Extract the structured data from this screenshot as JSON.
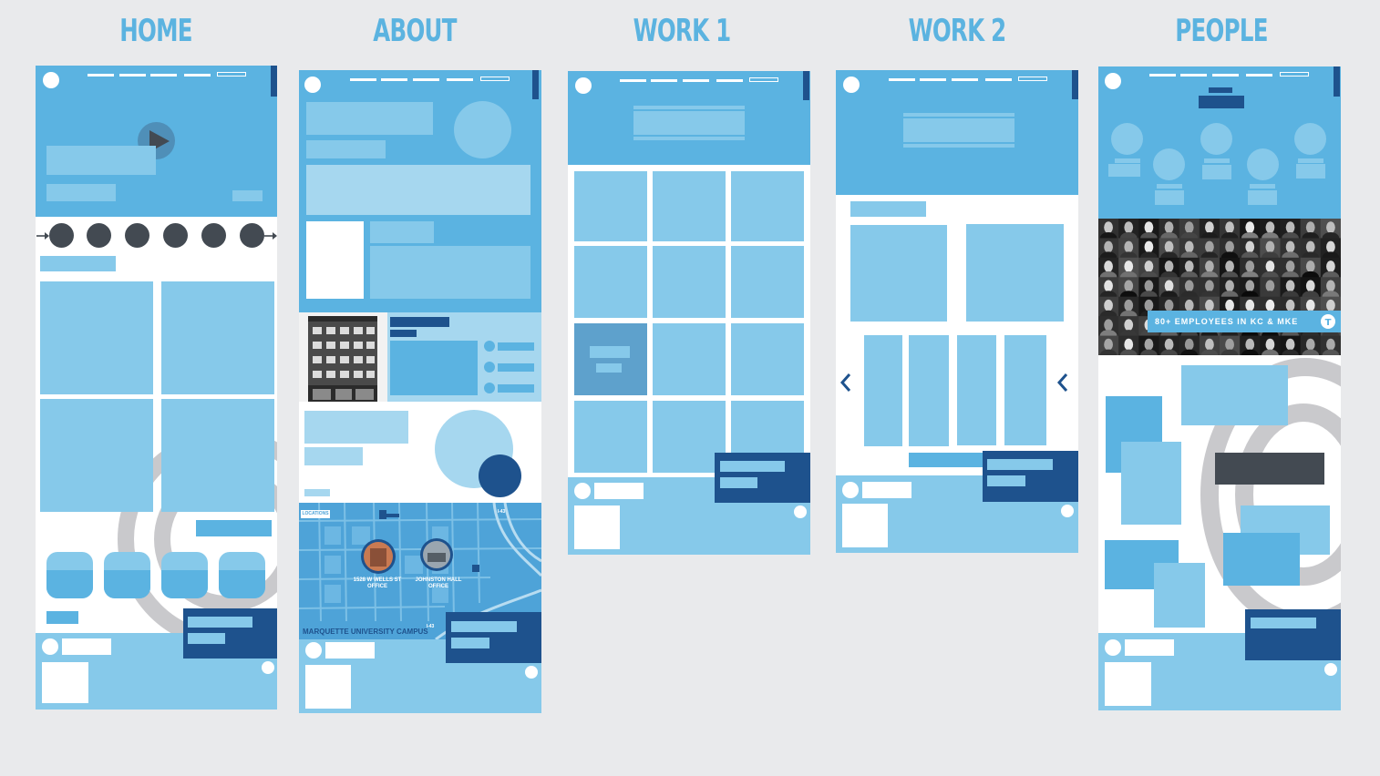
{
  "titles": {
    "home": "HOME",
    "about": "ABOUT",
    "work1": "WORK 1",
    "work2": "WORK 2",
    "people": "PEOPLE"
  },
  "about_map": {
    "locations_label": "LOCATIONS",
    "office1": "1528 W WELLS ST OFFICE",
    "office2": "JOHNSTON HALL OFFICE",
    "campus": "MARQUETTE UNIVERSITY CAMPUS",
    "highway1": "I-43",
    "highway2": "I-43"
  },
  "people_banner": {
    "text": "80+ EMPLOYEES IN KC & MKE"
  },
  "colors": {
    "hero_blue": "#5bb3e1",
    "light_blue": "#86c9ea",
    "pale_blue": "#a6d7ef",
    "dark_blue": "#1e528d",
    "dark_gray": "#434a52",
    "title_blue": "#5bb3e0",
    "background": "#e9eaec"
  },
  "icons": [
    "play-icon",
    "arrow-left-icon",
    "arrow-right-icon",
    "chevron-left-icon",
    "chevron-right-icon",
    "logo-icon"
  ]
}
